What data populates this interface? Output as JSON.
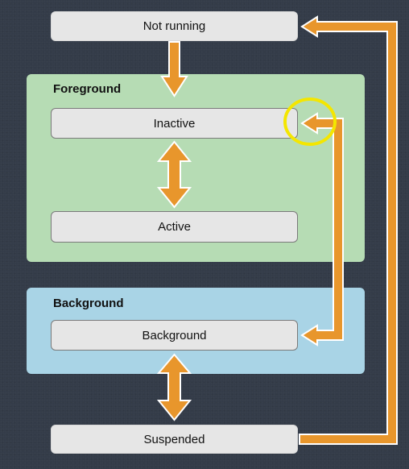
{
  "states": {
    "not_running": "Not running",
    "inactive": "Inactive",
    "active": "Active",
    "background": "Background",
    "suspended": "Suspended"
  },
  "regions": {
    "foreground": "Foreground",
    "background": "Background"
  },
  "colors": {
    "page_background": "#343c49",
    "foreground_region": "#b6dcb4",
    "background_region": "#a9d4e6",
    "state_fill": "#e6e6e6",
    "arrow": "#e8962c",
    "highlight": "#f4e600"
  }
}
